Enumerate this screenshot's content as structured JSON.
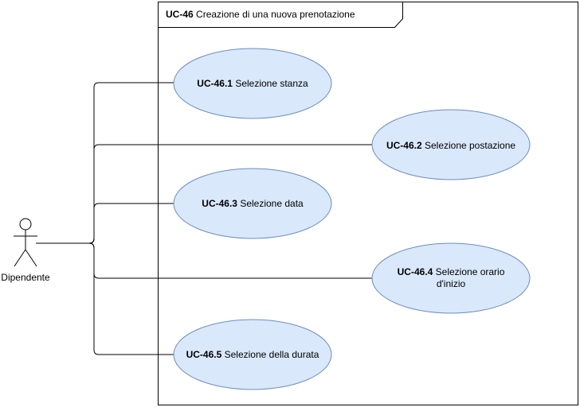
{
  "system": {
    "id": "UC-46",
    "title": "Creazione di una nuova prenotazione"
  },
  "actor": {
    "label": "Dipendente"
  },
  "use_cases": [
    {
      "id": "UC-46.1",
      "lines": [
        "Selezione stanza"
      ]
    },
    {
      "id": "UC-46.2",
      "lines": [
        "Selezione postazione"
      ]
    },
    {
      "id": "UC-46.3",
      "lines": [
        "Selezione data"
      ]
    },
    {
      "id": "UC-46.4",
      "lines": [
        "Selezione orario",
        "d'inizio"
      ]
    },
    {
      "id": "UC-46.5",
      "lines": [
        "Selezione della durata"
      ]
    }
  ],
  "colors": {
    "ellipse_fill": "#dae8fc",
    "ellipse_stroke": "#6c8ebf",
    "line": "#000000"
  }
}
